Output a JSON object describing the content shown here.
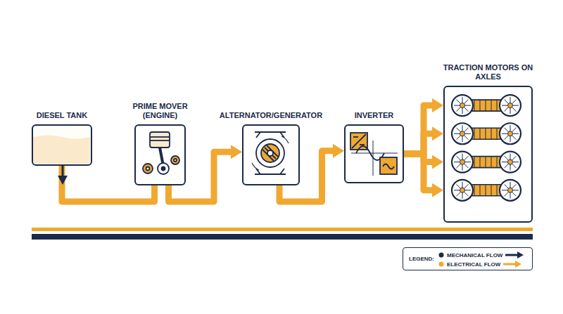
{
  "diagram": {
    "nodes": [
      {
        "text": [
          "DIESEL TANK"
        ]
      },
      {
        "text": [
          "PRIME MOVER (ENGINE)"
        ]
      },
      {
        "text": [
          "ALTERNATOR/GENERATOR"
        ]
      },
      {
        "text": [
          "INVERTER"
        ]
      },
      {
        "text": [
          "TRACTION MOTORS ON AXLES"
        ]
      }
    ],
    "edges": [
      {
        "from": 0,
        "to": 1,
        "arrow": "none"
      },
      {
        "from": 1,
        "to": 2,
        "arrow": "to"
      },
      {
        "from": 2,
        "to": 3,
        "arrow": "to"
      },
      {
        "from": 3,
        "to": 4,
        "arrow": "to"
      }
    ],
    "labels": [
      "LEGEND:"
    ],
    "legend": [
      {
        "text": "MECHANICAL FLOW"
      },
      {
        "text": "ELECTRICAL FLOW"
      }
    ]
  }
}
